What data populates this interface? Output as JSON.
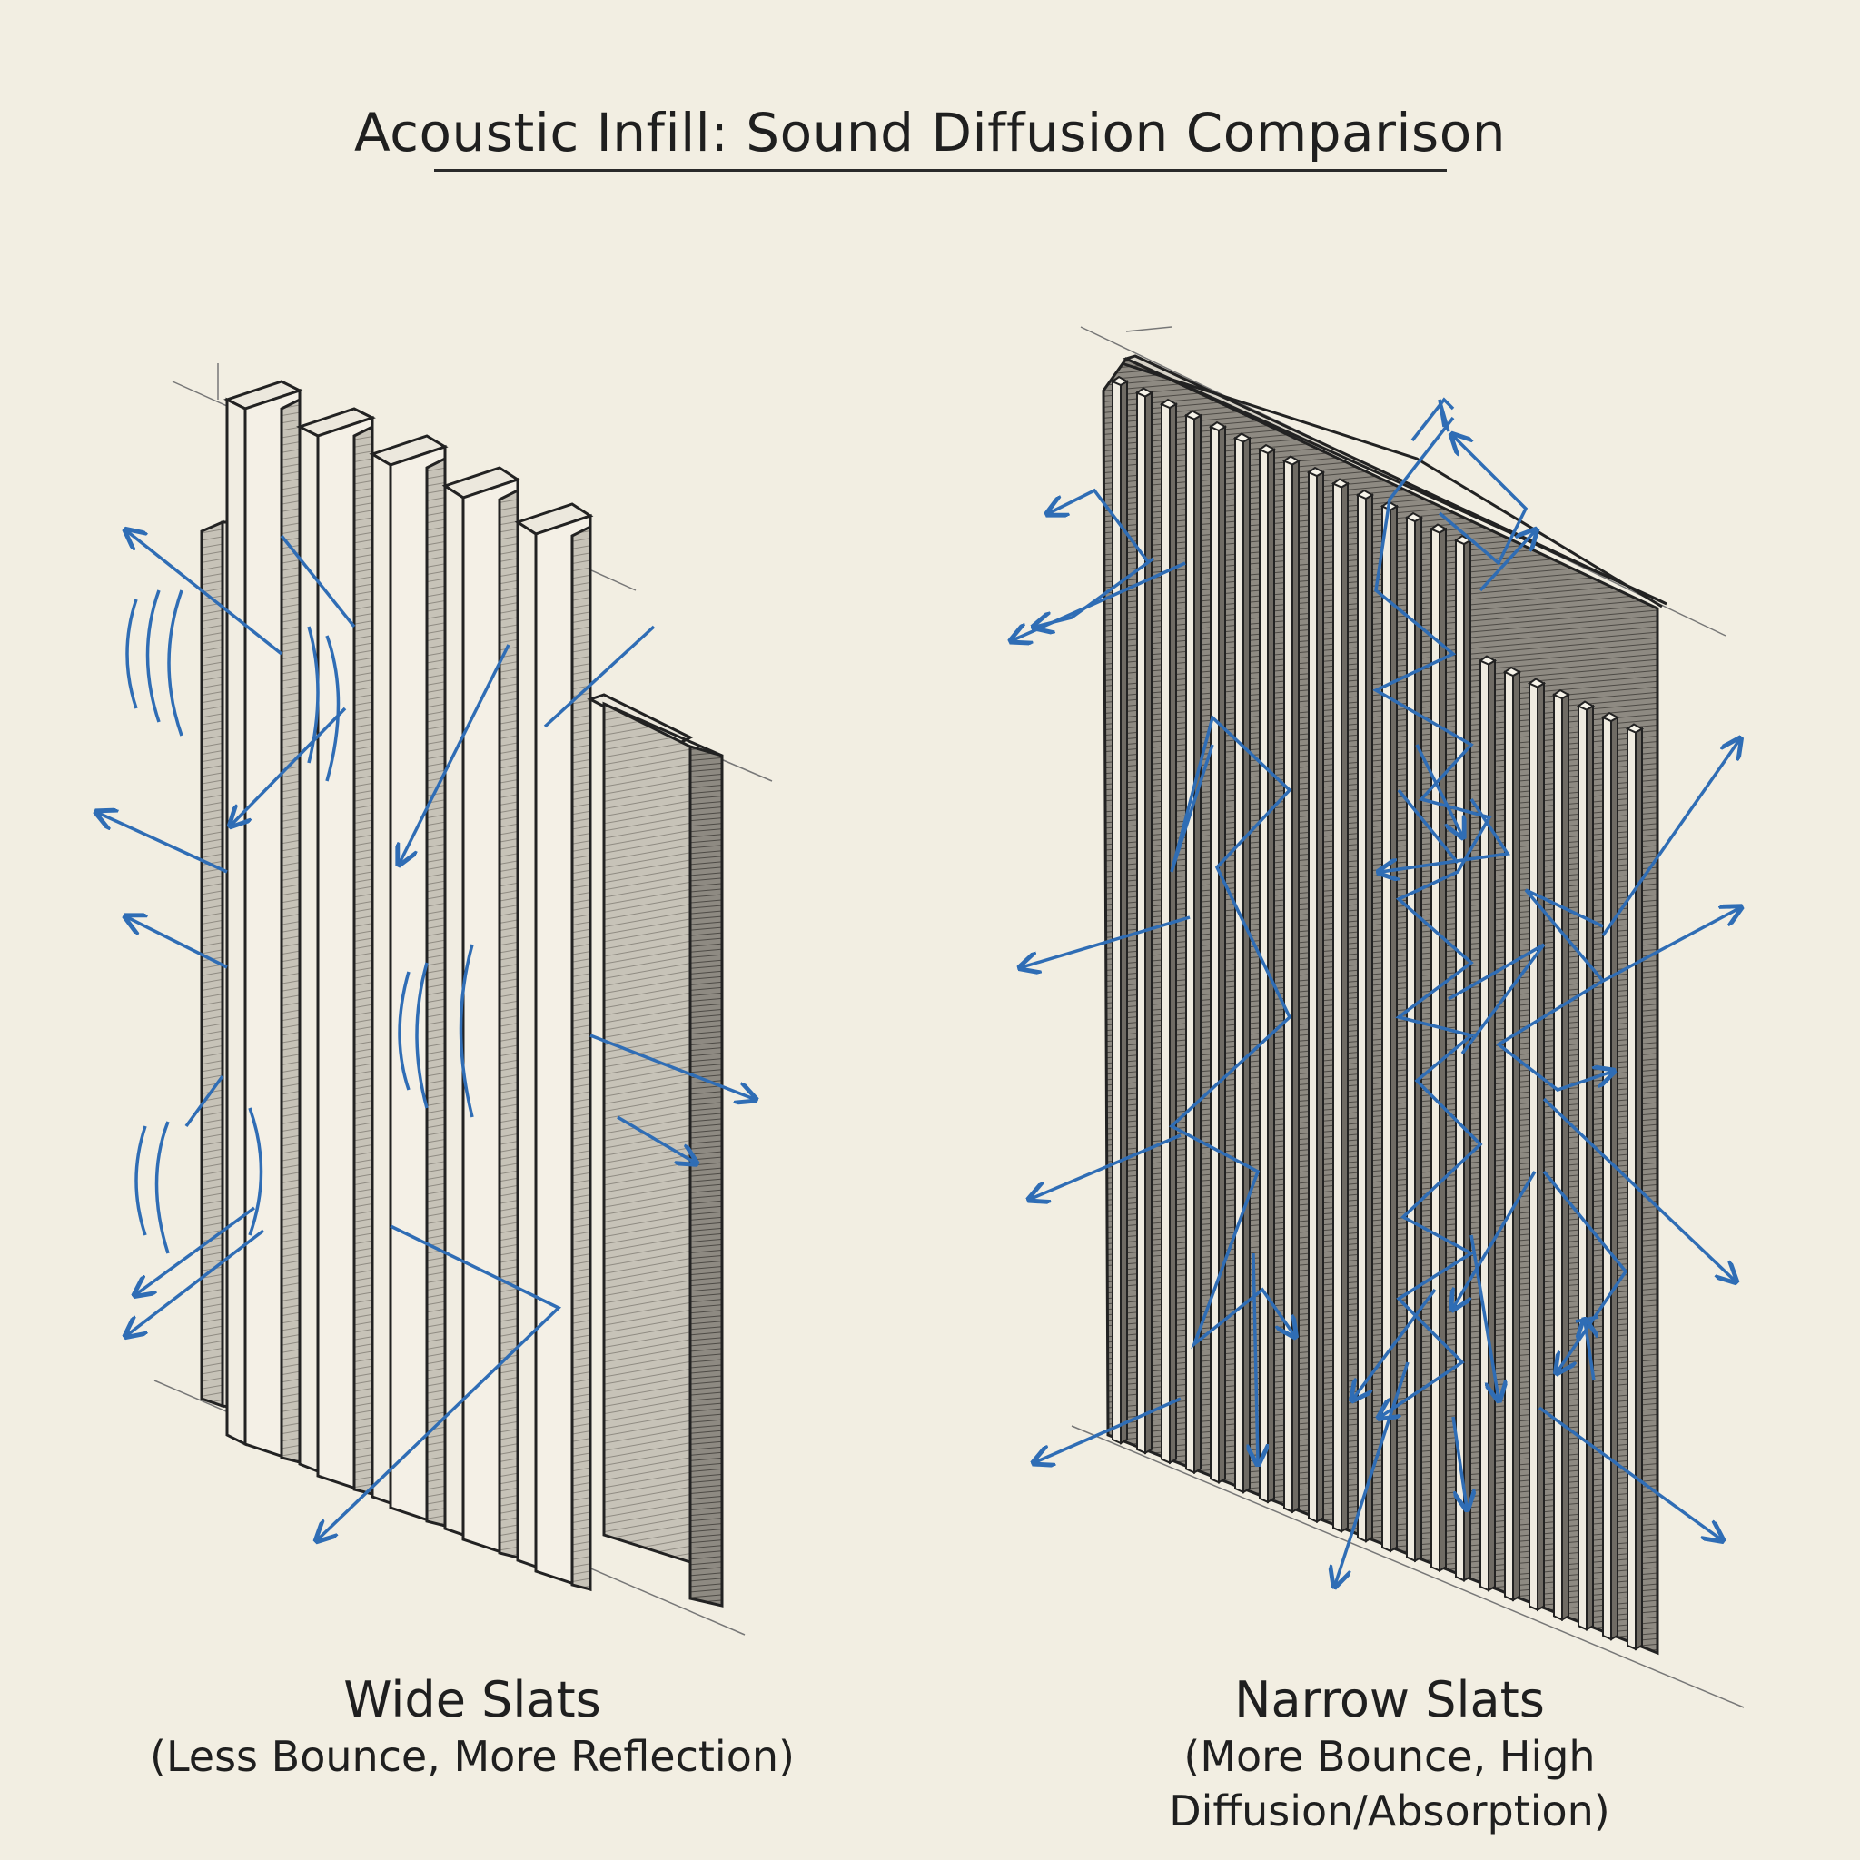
{
  "title": "Acoustic Infill: Sound Diffusion Comparison",
  "panels": {
    "left": {
      "label": "Wide Slats",
      "note": "(Less Bounce, More Reflection)"
    },
    "right": {
      "label": "Narrow Slats",
      "note": "(More Bounce, High Diffusion/Absorption)"
    }
  },
  "colors": {
    "paper": "#f2eee2",
    "ink": "#1f1f1f",
    "sound_wave": "#2f6db5",
    "slat_shade": "#b9b6ad"
  }
}
